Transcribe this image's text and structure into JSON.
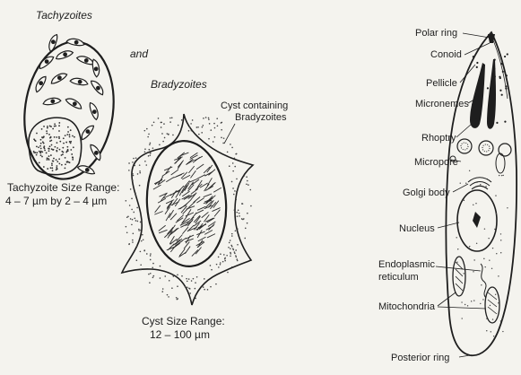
{
  "left_panel": {
    "title_tachyzoites": "Tachyzoites",
    "title_and": "and",
    "title_bradyzoites": "Bradyzoites",
    "tachyzoite_size_line1": "Tachyzoite Size Range:",
    "tachyzoite_size_line2": "4 – 7 µm by 2 – 4 µm",
    "cyst_label_line1": "Cyst containing",
    "cyst_label_line2": "Bradyzoites",
    "cyst_size_line1": "Cyst Size Range:",
    "cyst_size_line2": "12 – 100 µm"
  },
  "right_panel": {
    "labels": [
      {
        "key": "polar-ring",
        "text": "Polar ring"
      },
      {
        "key": "conoid",
        "text": "Conoid"
      },
      {
        "key": "pellicle",
        "text": "Pellicle"
      },
      {
        "key": "micronemes",
        "text": "Micronemes"
      },
      {
        "key": "rhoptry",
        "text": "Rhoptry"
      },
      {
        "key": "micropore",
        "text": "Micropore"
      },
      {
        "key": "golgi-body",
        "text": "Golgi body"
      },
      {
        "key": "nucleus",
        "text": "Nucleus"
      },
      {
        "key": "endoplasmic-reticulum-1",
        "text": "Endoplasmic"
      },
      {
        "key": "endoplasmic-reticulum-2",
        "text": "reticulum"
      },
      {
        "key": "mitochondria",
        "text": "Mitochondria"
      },
      {
        "key": "posterior-ring",
        "text": "Posterior ring"
      }
    ]
  }
}
